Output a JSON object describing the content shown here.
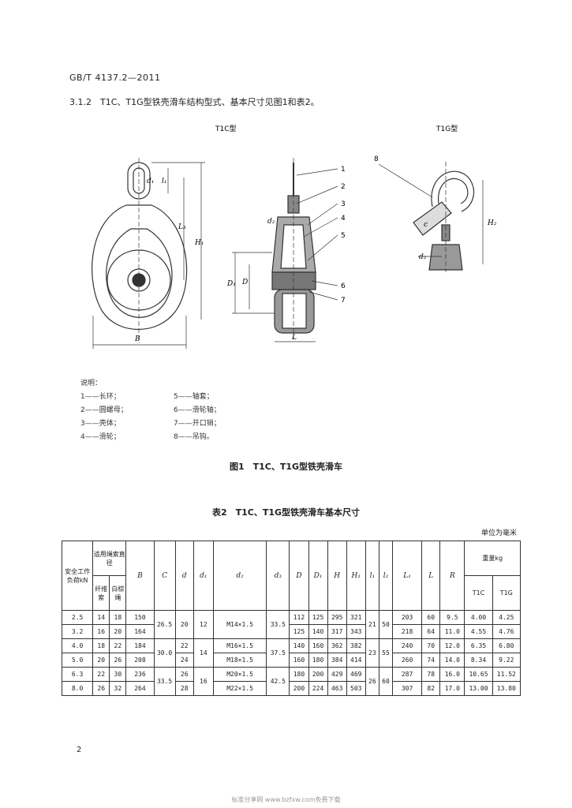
{
  "header": {
    "standard_no": "GB/T 4137.2—2011"
  },
  "clause": {
    "text": "3.1.2　T1C、T1G型铁壳滑车结构型式、基本尺寸见图1和表2。"
  },
  "figure": {
    "left_title": "T1C型",
    "right_title": "T1G型",
    "labels": {
      "B": "B",
      "H1": "H₁",
      "L3": "L₃",
      "l1": "l₁",
      "d1": "d₁",
      "d2": "d₂",
      "D1": "D₁",
      "D": "D",
      "L": "L",
      "H2": "H₂",
      "d2b": "d₂",
      "c": "c",
      "n1": "1",
      "n2": "2",
      "n3": "3",
      "n4": "4",
      "n5": "5",
      "n6": "6",
      "n7": "7",
      "n8": "8"
    },
    "caption": "图1　T1C、T1G型铁壳滑车"
  },
  "legend": {
    "title": "说明：",
    "items": [
      [
        "1——长环；",
        "5——轴套；"
      ],
      [
        "2——圆螺母；",
        "6——滑轮轴；"
      ],
      [
        "3——壳体；",
        "7——开口销；"
      ],
      [
        "4——滑轮；",
        "8——吊钩。"
      ]
    ]
  },
  "table": {
    "caption": "表2　T1C、T1G型铁壳滑车基本尺寸",
    "unit": "单位为毫米",
    "head": {
      "safe_load": "安全工作负荷kN",
      "rope_dia": "适用绳索直径",
      "fiber": "纤维索",
      "white": "白棕绳",
      "cols": [
        "B",
        "C",
        "d",
        "d₁",
        "d₂",
        "d₃",
        "D",
        "D₁",
        "H",
        "H₁",
        "l₁",
        "l₂",
        "L₁",
        "L",
        "R"
      ],
      "mass": "重量kg",
      "t1c": "T1C",
      "t1g": "T1G"
    },
    "rows": [
      [
        "2.5",
        "14",
        "18",
        "150",
        "26.5",
        "20",
        "12",
        "M14×1.5",
        "33.5",
        "112",
        "125",
        "295",
        "321",
        "21",
        "50",
        "203",
        "60",
        "9.5",
        "4.00",
        "4.25"
      ],
      [
        "3.2",
        "16",
        "20",
        "164",
        "",
        "",
        "",
        "",
        "",
        "125",
        "140",
        "317",
        "343",
        "",
        "",
        "218",
        "64",
        "11.0",
        "4.55",
        "4.76"
      ],
      [
        "4.0",
        "18",
        "22",
        "184",
        "30.0",
        "22",
        "14",
        "M16×1.5",
        "37.5",
        "140",
        "160",
        "362",
        "382",
        "23",
        "55",
        "240",
        "70",
        "12.0",
        "6.35",
        "6.80"
      ],
      [
        "5.0",
        "20",
        "26",
        "208",
        "",
        "24",
        "",
        "M18×1.5",
        "",
        "160",
        "180",
        "384",
        "414",
        "",
        "",
        "260",
        "74",
        "14.0",
        "8.34",
        "9.22"
      ],
      [
        "6.3",
        "22",
        "30",
        "236",
        "33.5",
        "26",
        "16",
        "M20×1.5",
        "42.5",
        "180",
        "200",
        "429",
        "469",
        "26",
        "60",
        "287",
        "78",
        "16.0",
        "10.65",
        "11.52"
      ],
      [
        "8.0",
        "26",
        "32",
        "264",
        "",
        "28",
        "",
        "M22×1.5",
        "",
        "200",
        "224",
        "463",
        "503",
        "",
        "",
        "307",
        "82",
        "17.0",
        "13.00",
        "13.80"
      ]
    ]
  },
  "page_number": "2",
  "footer": "标准分享网 www.bzfxw.com免费下载"
}
